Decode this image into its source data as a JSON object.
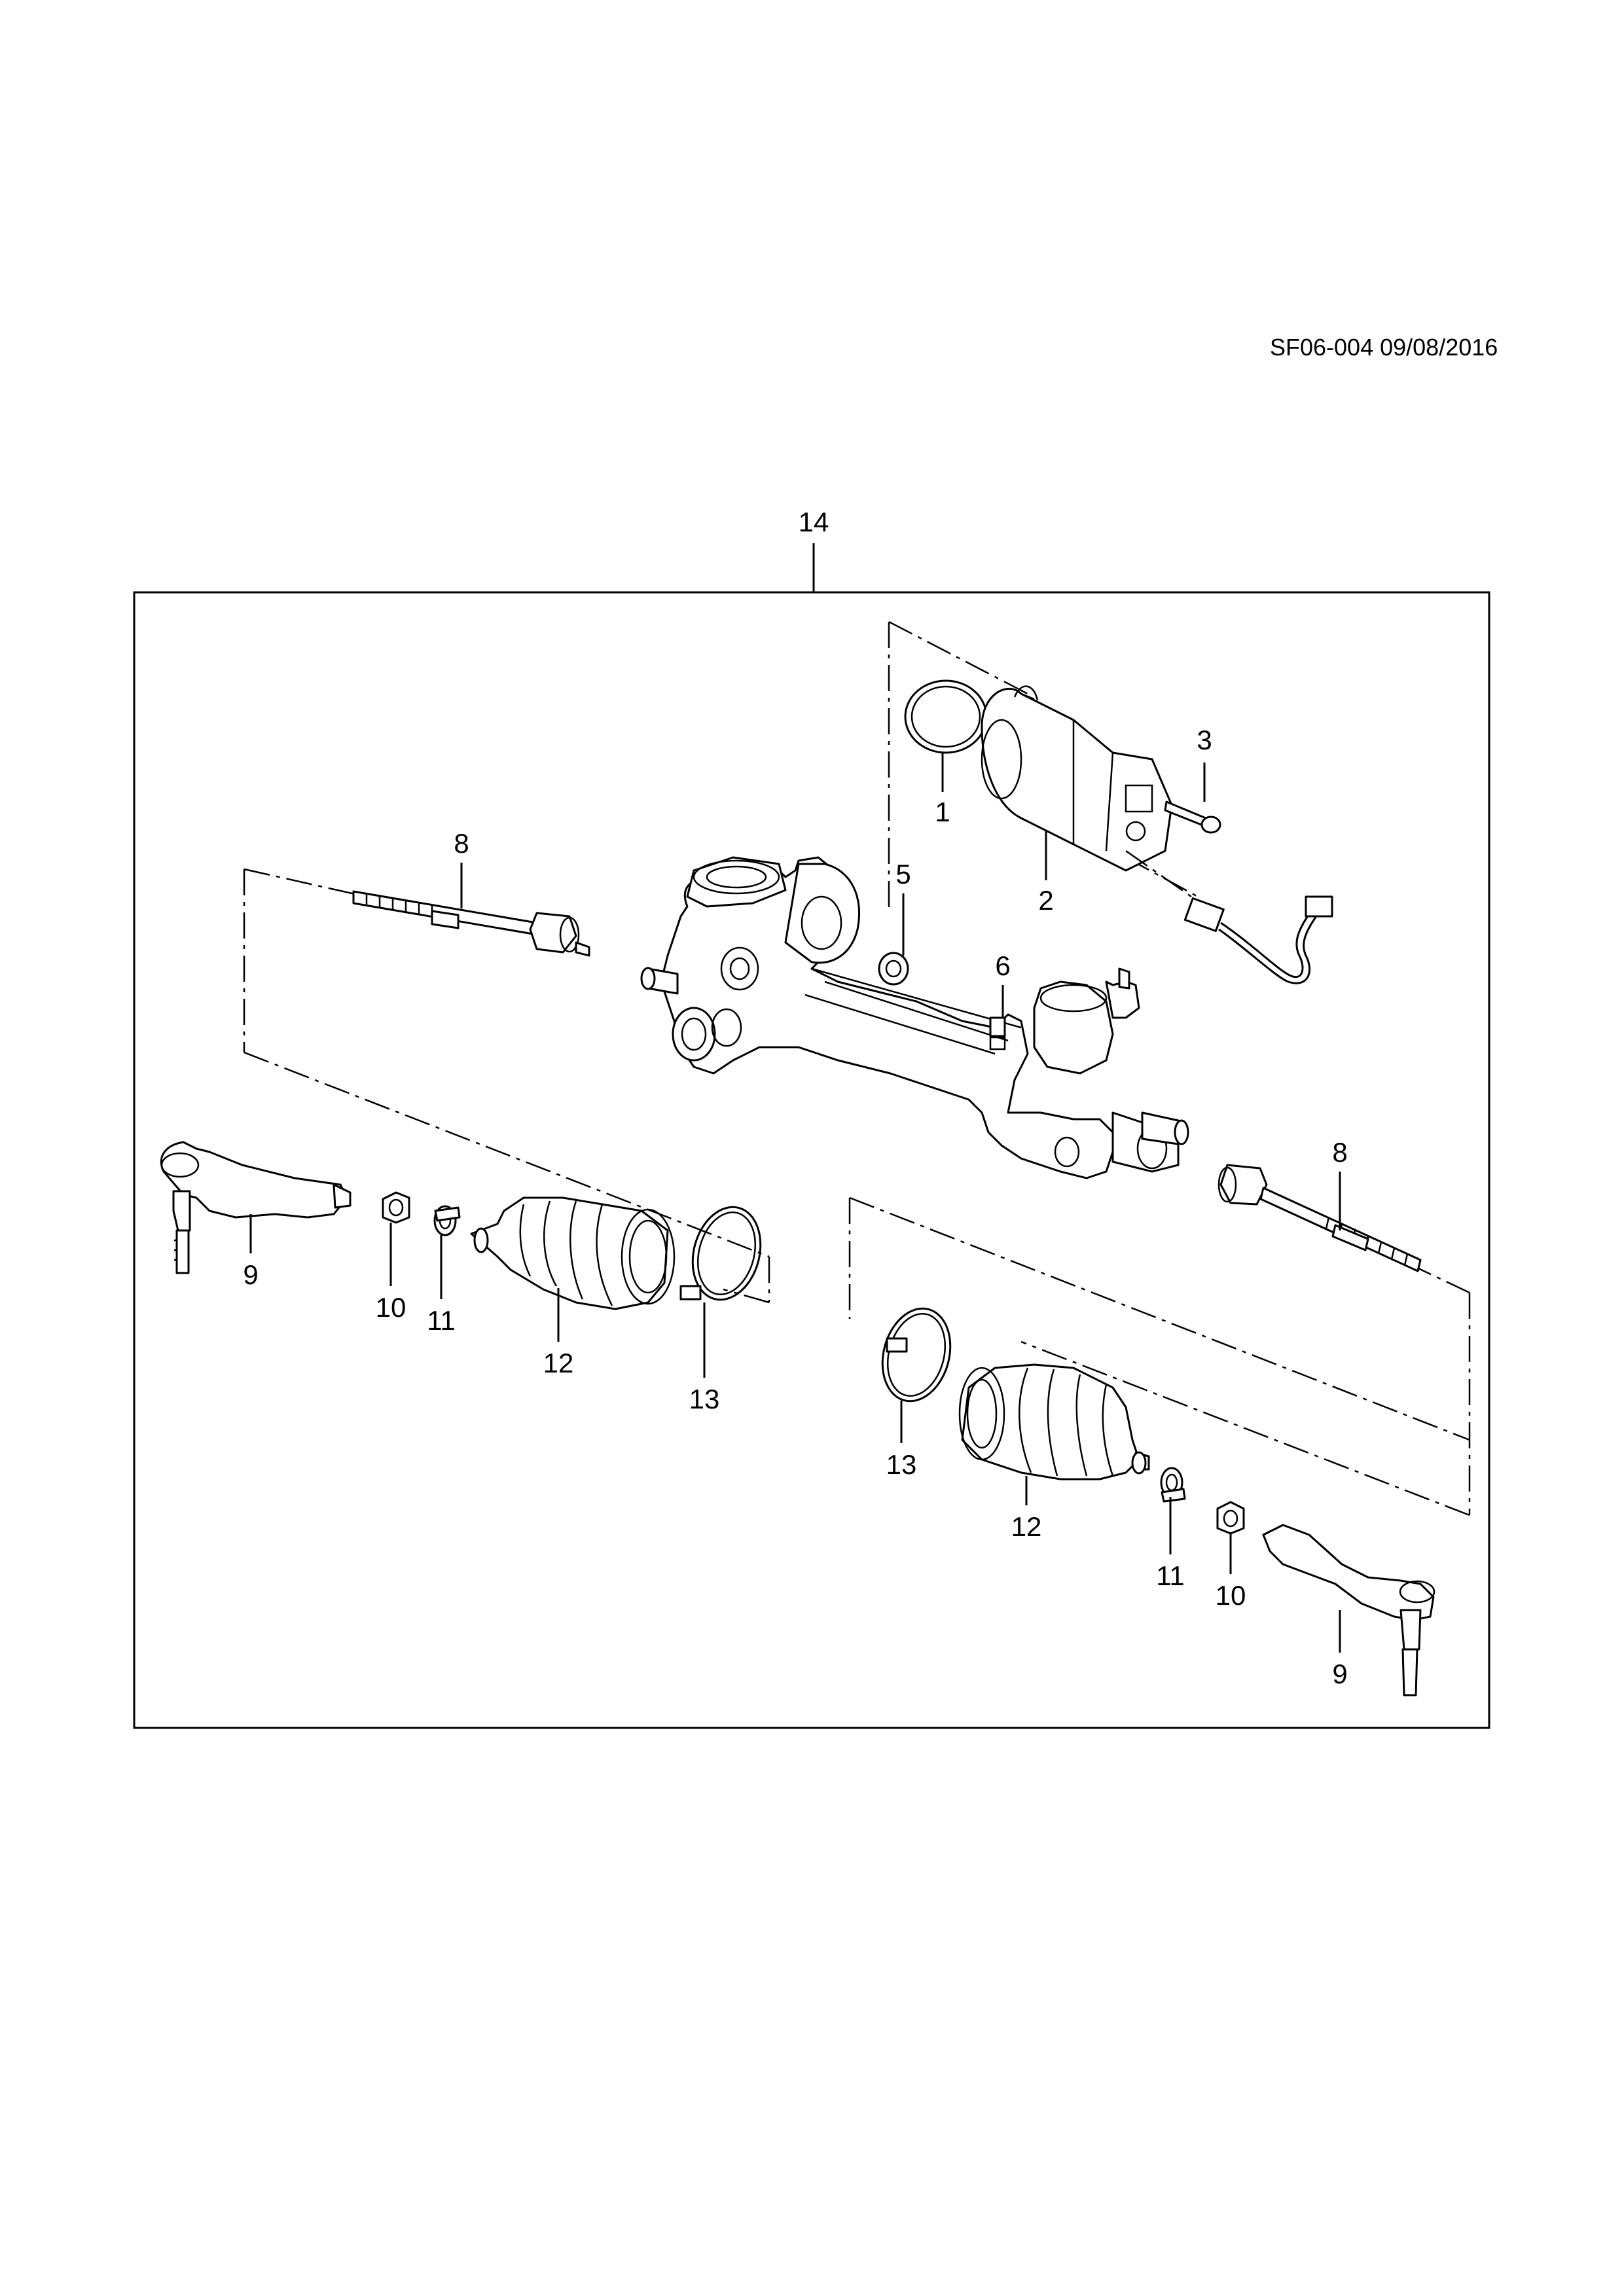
{
  "document_id": "SF06-004 09/08/2016",
  "callouts": {
    "c1": "1",
    "c2": "2",
    "c3": "3",
    "c5": "5",
    "c6": "6",
    "c8_left": "8",
    "c8_right": "8",
    "c9_left": "9",
    "c9_right": "9",
    "c10_left": "10",
    "c10_right": "10",
    "c11_left": "11",
    "c11_right": "11",
    "c12_left": "12",
    "c12_right": "12",
    "c13_left": "13",
    "c13_right": "13",
    "c14": "14"
  }
}
